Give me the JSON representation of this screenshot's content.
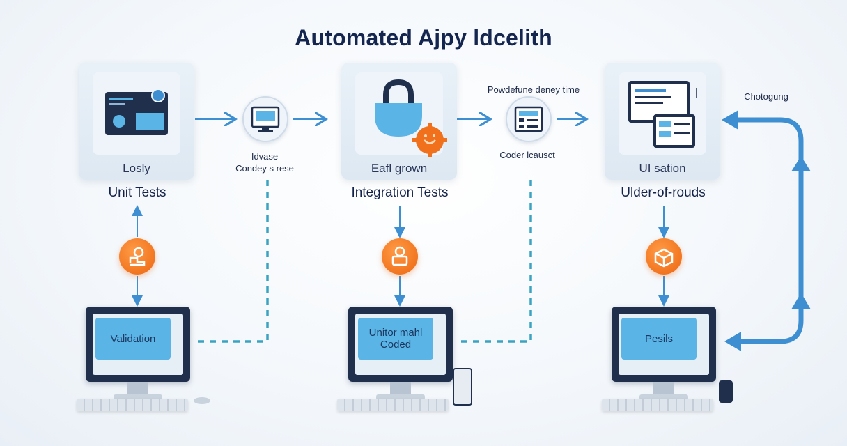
{
  "title": "Automated Ajpy ldcelith",
  "cards": [
    {
      "caption": "Losly",
      "stage": "Unit Tests"
    },
    {
      "caption": "Eafl grown",
      "stage": "Integration Tests"
    },
    {
      "caption": "UI sation",
      "stage": "Ulder-of-rouds"
    }
  ],
  "connector_labels": {
    "node1_line1": "Idvase",
    "node1_line2": "Condey ᵴ rese",
    "node2_top": "Powdefune deney time",
    "node2_bottom": "Coder lcausct",
    "loop": "Chotogung"
  },
  "monitors": [
    {
      "label": "Validation"
    },
    {
      "label_line1": "Unitor mahl",
      "label_line2": "Coded"
    },
    {
      "label": "Pesils"
    }
  ],
  "colors": {
    "accent_blue": "#3d8fd1",
    "dashed_teal": "#3aa3c2",
    "orange": "#f0701b",
    "title": "#14264f"
  },
  "icons": [
    "dashboard-icon",
    "padlock-icon",
    "gear-icon",
    "ui-window-icon",
    "robot-icon",
    "person-icon",
    "box-icon"
  ]
}
